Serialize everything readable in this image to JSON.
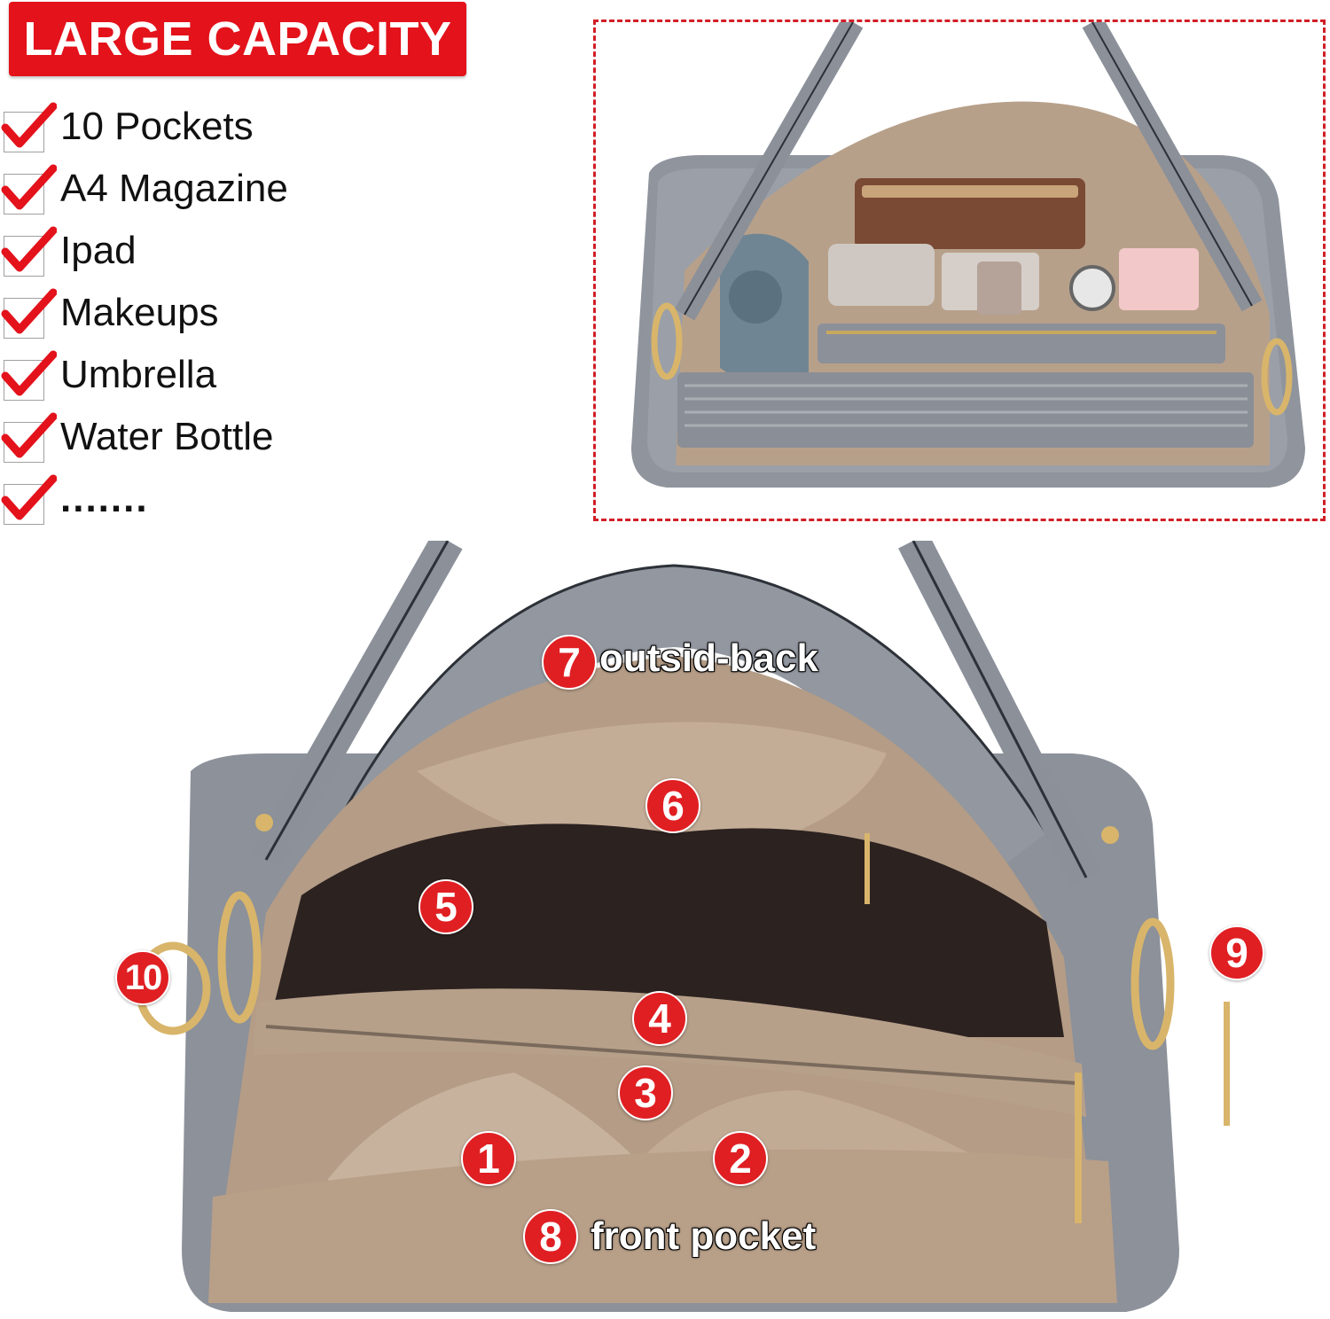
{
  "banner": {
    "text": "LARGE CAPACITY"
  },
  "features": [
    {
      "label": "10 Pockets"
    },
    {
      "label": "A4 Magazine"
    },
    {
      "label": "Ipad"
    },
    {
      "label": "Makeups"
    },
    {
      "label": "Umbrella"
    },
    {
      "label": "Water Bottle"
    },
    {
      "label": "......."
    }
  ],
  "callouts": [
    {
      "number": "7",
      "label": "outsid-back"
    },
    {
      "number": "6"
    },
    {
      "number": "5"
    },
    {
      "number": "4"
    },
    {
      "number": "3"
    },
    {
      "number": "1"
    },
    {
      "number": "2"
    },
    {
      "number": "8",
      "label": "front pocket"
    },
    {
      "number": "9"
    },
    {
      "number": "10"
    }
  ],
  "colors": {
    "accent_red": "#e3121b",
    "bag_gray": "#8e939c",
    "lining_tan": "#b9a08a",
    "hardware_gold": "#d8b56a"
  },
  "icons": [
    "checkmark-icon"
  ]
}
